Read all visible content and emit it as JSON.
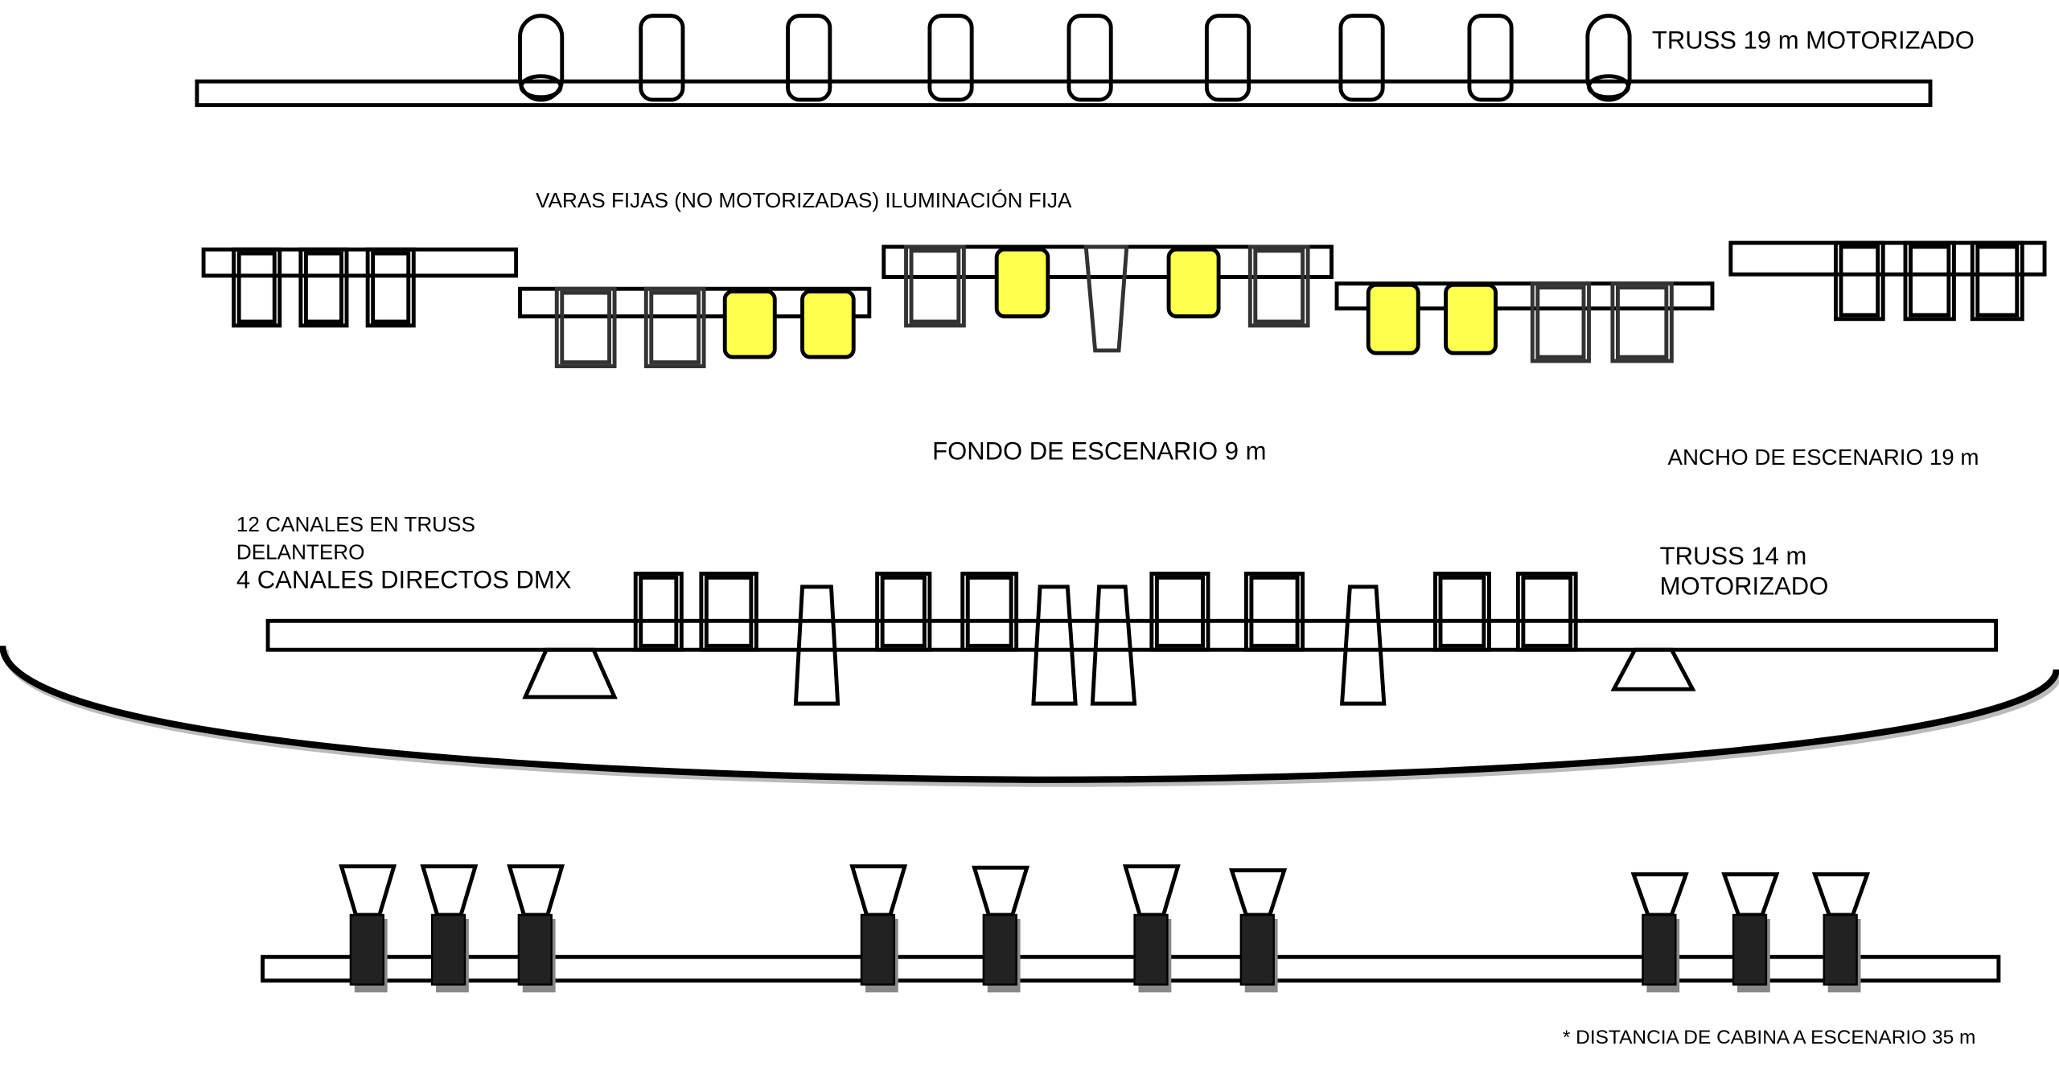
{
  "colors": {
    "accent_fixture": "#ffff4d",
    "line": "#000000",
    "secondary_line": "#333333"
  },
  "labels": {
    "truss_top": "TRUSS 19 m MOTORIZADO",
    "fixed_bars": "VARAS FIJAS (NO MOTORIZADAS) ILUMINACIÓN FIJA",
    "stage_depth": "FONDO DE ESCENARIO 9 m",
    "stage_width": "ANCHO DE ESCENARIO 19 m",
    "channels_line1": "12 CANALES EN TRUSS",
    "channels_line2": "DELANTERO",
    "channels_line3": "4 CANALES DIRECTOS DMX",
    "truss_front_line1": "TRUSS 14 m",
    "truss_front_line2": "MOTORIZADO",
    "booth_distance": "* DISTANCIA DE CABINA A ESCENARIO 35 m"
  }
}
